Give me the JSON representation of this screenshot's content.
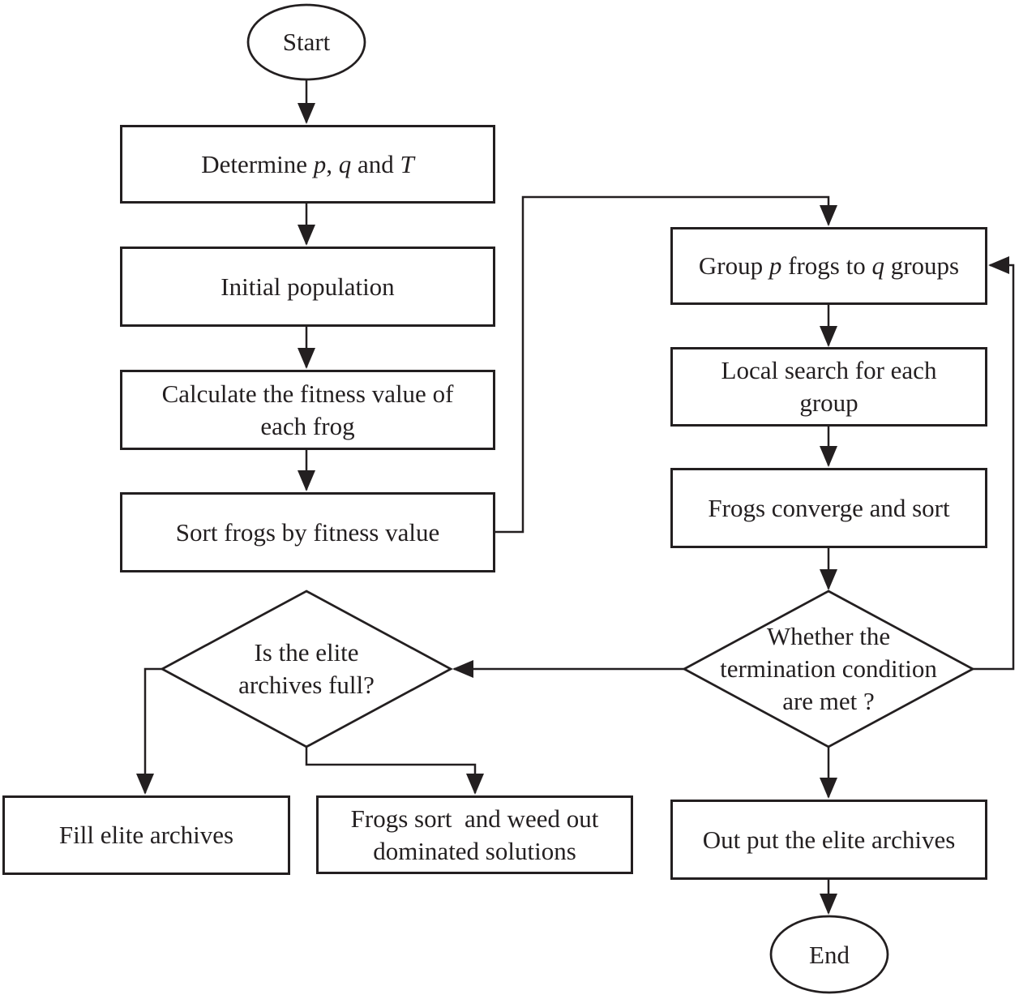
{
  "colors": {
    "line": "#231f20",
    "text": "#231f20",
    "background": "#ffffff"
  },
  "nodes": {
    "start": {
      "label": "Start"
    },
    "determine": {
      "segments": [
        {
          "t": "Determine "
        },
        {
          "t": "p",
          "i": true
        },
        {
          "t": ", "
        },
        {
          "t": "q",
          "i": true
        },
        {
          "t": " and "
        },
        {
          "t": "T",
          "i": true
        }
      ]
    },
    "initial_population": {
      "label": "Initial population"
    },
    "calculate_fitness": {
      "lines": [
        "Calculate the fitness value of",
        "each frog"
      ]
    },
    "sort_frogs": {
      "label": "Sort frogs by fitness value"
    },
    "group_frogs": {
      "segments": [
        {
          "t": "Group "
        },
        {
          "t": "p",
          "i": true
        },
        {
          "t": " frogs to "
        },
        {
          "t": "q",
          "i": true
        },
        {
          "t": " groups"
        }
      ]
    },
    "local_search": {
      "lines": [
        "Local search for each",
        "group"
      ]
    },
    "frogs_converge": {
      "label": "Frogs converge and sort"
    },
    "termination_decision": {
      "lines": [
        "Whether the",
        "termination condition",
        "are met ?"
      ]
    },
    "elite_full_decision": {
      "lines": [
        "Is the elite",
        "archives full?"
      ]
    },
    "fill_elite": {
      "label": "Fill elite archives"
    },
    "frogs_weed": {
      "lines": [
        "Frogs sort  and weed out",
        "dominated solutions"
      ]
    },
    "output_elite": {
      "label": "Out put the elite archives"
    },
    "end": {
      "label": "End"
    }
  }
}
